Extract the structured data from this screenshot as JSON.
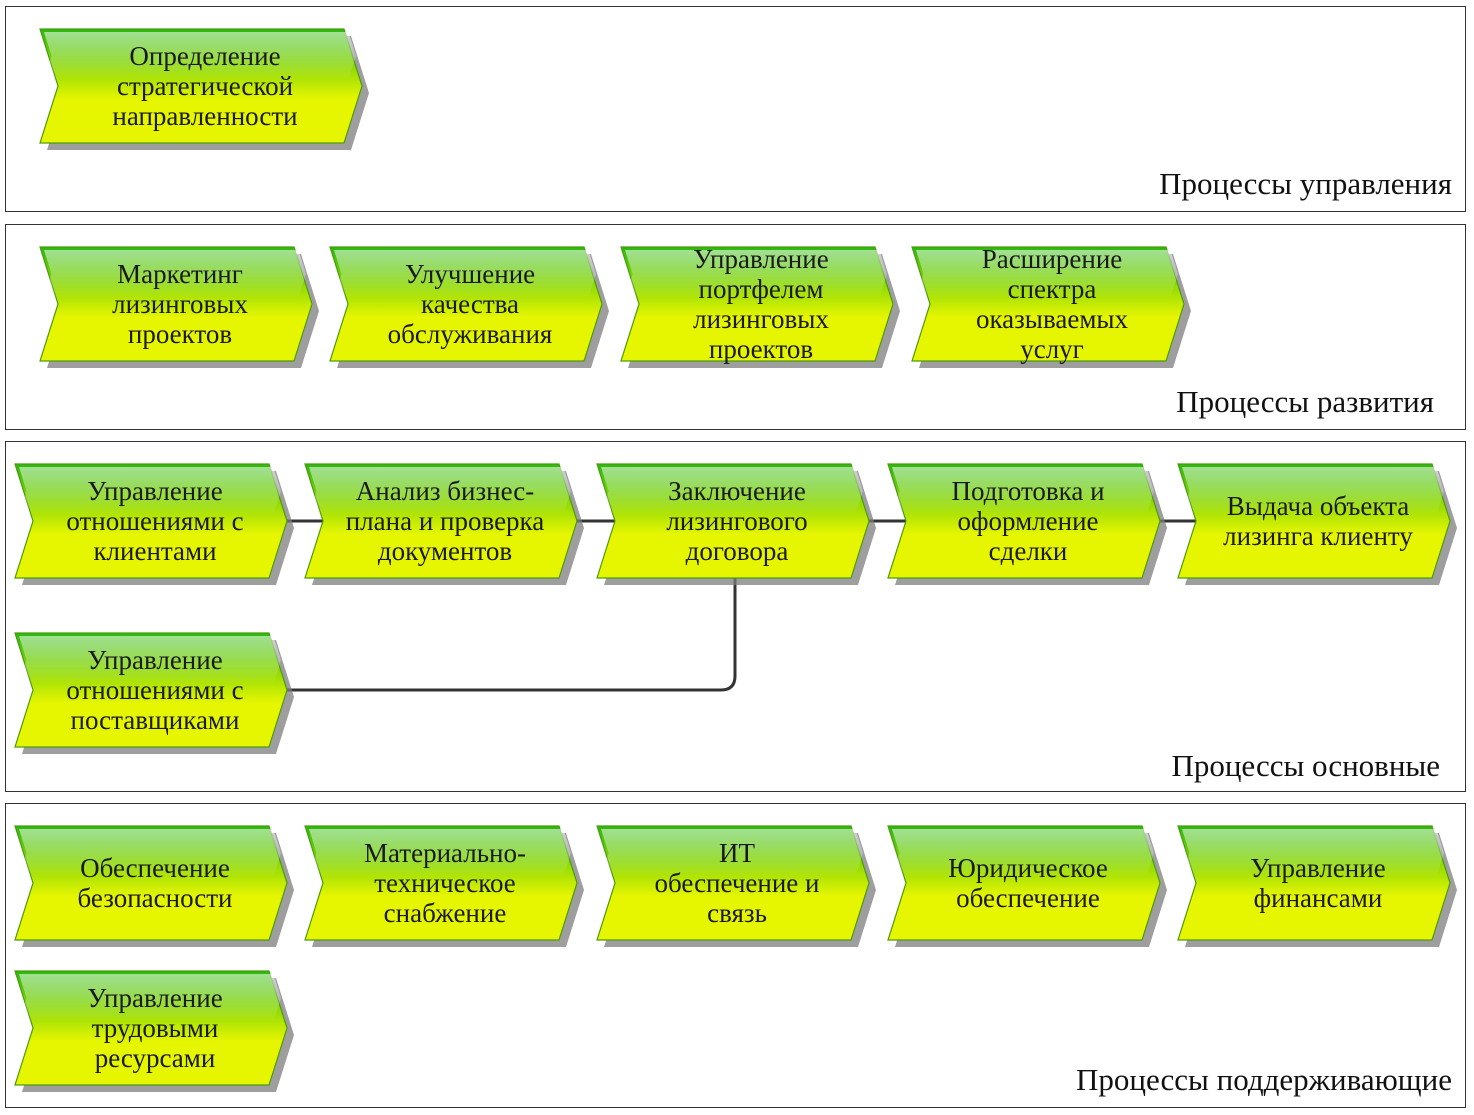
{
  "colors": {
    "shape_light": "#e6f600",
    "shape_dark": "#2bb80f",
    "shape_edge": "#4c9a10",
    "shadow": "#7d7d7d",
    "connector": "#333333",
    "lane_border": "#333333"
  },
  "lanes": [
    {
      "title": "Процессы управления",
      "processes": [
        {
          "lines": [
            "Определение",
            "стратегической",
            "направленности"
          ]
        }
      ]
    },
    {
      "title": "Процессы развития",
      "processes": [
        {
          "lines": [
            "Маркетинг",
            "лизинговых",
            "проектов"
          ]
        },
        {
          "lines": [
            "Улучшение",
            "качества",
            "обслуживания"
          ]
        },
        {
          "lines": [
            "Управление",
            "портфелем",
            "лизинговых",
            "проектов"
          ]
        },
        {
          "lines": [
            "Расширение",
            "спектра",
            "оказываемых",
            "услуг"
          ]
        }
      ]
    },
    {
      "title": "Процессы основные",
      "processes": [
        {
          "lines": [
            "Управление",
            "отношениями с",
            "клиентами"
          ]
        },
        {
          "lines": [
            "Анализ бизнес-",
            "плана и проверка",
            "документов"
          ]
        },
        {
          "lines": [
            "Заключение",
            "лизингового",
            "договора"
          ]
        },
        {
          "lines": [
            "Подготовка и",
            "оформление",
            "сделки"
          ]
        },
        {
          "lines": [
            "Выдача объекта",
            "лизинга клиенту"
          ]
        },
        {
          "lines": [
            "Управление",
            "отношениями с",
            "поставщиками"
          ]
        }
      ]
    },
    {
      "title": "Процессы поддерживающие",
      "processes": [
        {
          "lines": [
            "Обеспечение",
            "безопасности"
          ]
        },
        {
          "lines": [
            "Материально-",
            "техническое",
            "снабжение"
          ]
        },
        {
          "lines": [
            "ИТ",
            "обеспечение и",
            "связь"
          ]
        },
        {
          "lines": [
            "Юридическое",
            "обеспечение"
          ]
        },
        {
          "lines": [
            "Управление",
            "финансами"
          ]
        },
        {
          "lines": [
            "Управление",
            "трудовыми",
            "ресурсами"
          ]
        }
      ]
    }
  ],
  "connections": [
    {
      "from": "2.0",
      "to": "2.1"
    },
    {
      "from": "2.1",
      "to": "2.2"
    },
    {
      "from": "2.2",
      "to": "2.3"
    },
    {
      "from": "2.3",
      "to": "2.4"
    },
    {
      "from": "2.5",
      "to": "2.2"
    }
  ]
}
